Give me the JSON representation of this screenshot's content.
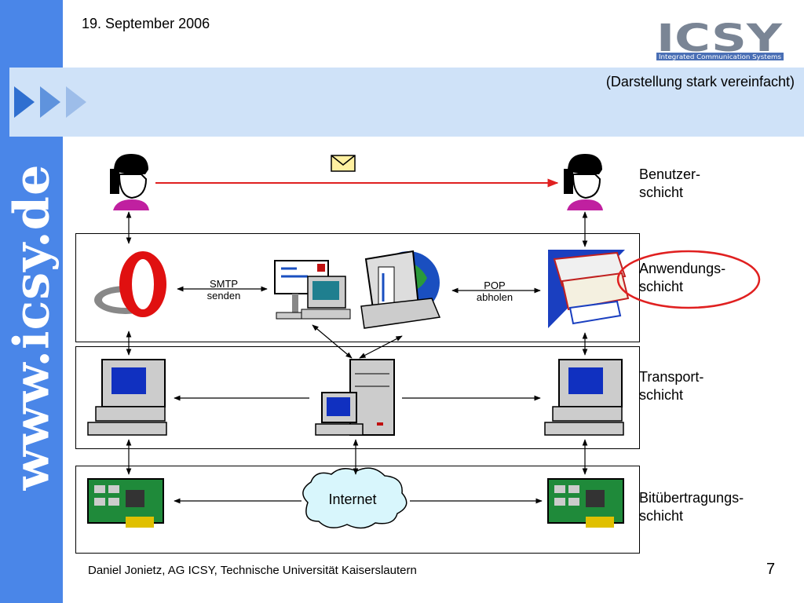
{
  "header": {
    "date": "19. September 2006",
    "note": "(Darstellung stark vereinfacht)",
    "logo_letters": "ICSY",
    "logo_tagline": "Integrated Communication Systems"
  },
  "sidebar": {
    "url": "www.icsy.de"
  },
  "layers": [
    {
      "line1": "Benutzer-",
      "line2": "schicht"
    },
    {
      "line1": "Anwendungs-",
      "line2": "schicht"
    },
    {
      "line1": "Transport-",
      "line2": "schicht"
    },
    {
      "line1": "Bitübertragungs-",
      "line2": "schicht"
    }
  ],
  "protocols": {
    "smtp": {
      "line1": "SMTP",
      "line2": "senden"
    },
    "pop": {
      "line1": "POP",
      "line2": "abholen"
    }
  },
  "cloud": "Internet",
  "footer": {
    "text": "Daniel Jonietz, AG ICSY, Technische Universität Kaiserslautern",
    "page": "7"
  },
  "colors": {
    "sidebar": "#4a86e8",
    "band": "#cfe2f8",
    "highlight": "#e02020",
    "logo": "#7a8595"
  }
}
